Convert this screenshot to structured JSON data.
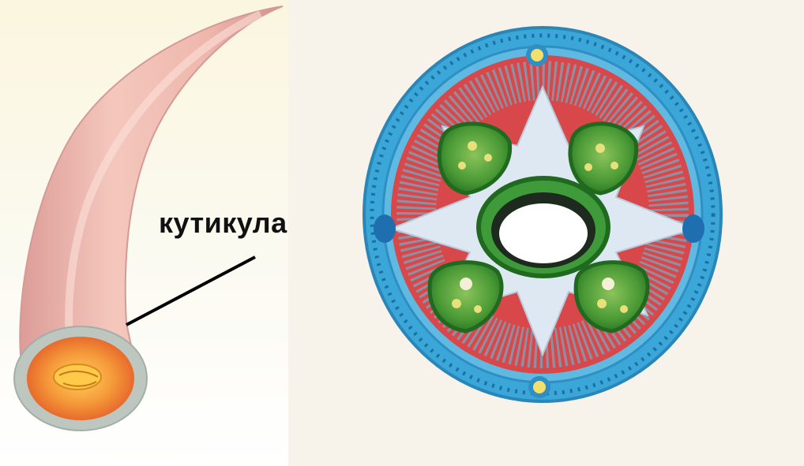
{
  "diagram": {
    "label": "кутикула"
  },
  "colors": {
    "worm_body": "#f0b9ae",
    "worm_shadow": "#d98c86",
    "cuticle": "#bcc5bd",
    "muscle_red": "#e23a3a",
    "muscle_gray": "#8a96a8",
    "cuticle_blue": "#3aa7d8",
    "gut_green": "#2e8b2e",
    "body_cavity": "#dde8f3"
  },
  "icons": [
    "worm-body-illustration",
    "cross-section-illustration"
  ]
}
